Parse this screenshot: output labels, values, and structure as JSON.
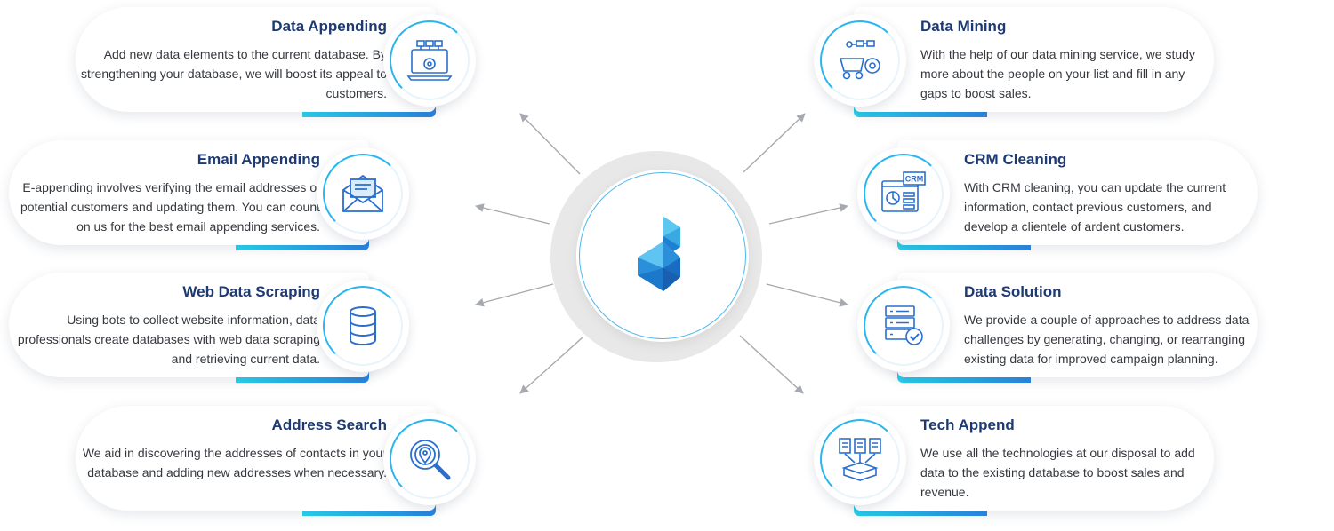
{
  "colors": {
    "heading": "#1e3a72",
    "body_text": "#35393f",
    "accent": "#2bb5ef",
    "gradient_start": "#2ad3ef",
    "gradient_end": "#2a86e4",
    "connector": "#a6aab0"
  },
  "hub": {
    "logo_icon": "brand-logo-icon"
  },
  "services": {
    "data_appending": {
      "title": "Data Appending",
      "description": "Add new data elements to the current database. By strengthening your database, we will boost its appeal to customers.",
      "icon": "laptop-flowchart-gear-icon"
    },
    "email_appending": {
      "title": "Email Appending",
      "description": "E-appending involves verifying the email addresses of potential customers and updating them. You can count on us for the best email appending services.",
      "icon": "envelope-letter-icon"
    },
    "web_data_scraping": {
      "title": "Web Data Scraping",
      "description": "Using bots to collect website information, data professionals create databases with web data scraping and retrieving current data.",
      "icon": "database-icon"
    },
    "address_search": {
      "title": "Address Search",
      "description": "We aid in discovering the addresses of contacts in your database and adding new addresses when necessary.",
      "icon": "magnifier-location-pin-icon"
    },
    "data_mining": {
      "title": "Data Mining",
      "description": "With the help of our data mining service, we study more about the people on your list and fill in any gaps to boost sales.",
      "icon": "mining-cart-gear-icon"
    },
    "crm_cleaning": {
      "title": "CRM Cleaning",
      "description": "With CRM cleaning, you can update the current information, contact previous customers, and develop a clientele of ardent customers.",
      "icon": "crm-browser-icon",
      "icon_label": "CRM"
    },
    "data_solution": {
      "title": "Data Solution",
      "description": "We provide a couple of approaches to address data challenges by generating, changing, or rearranging existing data for improved campaign planning.",
      "icon": "server-checkmark-icon"
    },
    "tech_append": {
      "title": "Tech Append",
      "description": "We use all the technologies at our disposal to add data to the existing database to boost sales and revenue.",
      "icon": "documents-merge-box-icon"
    }
  }
}
